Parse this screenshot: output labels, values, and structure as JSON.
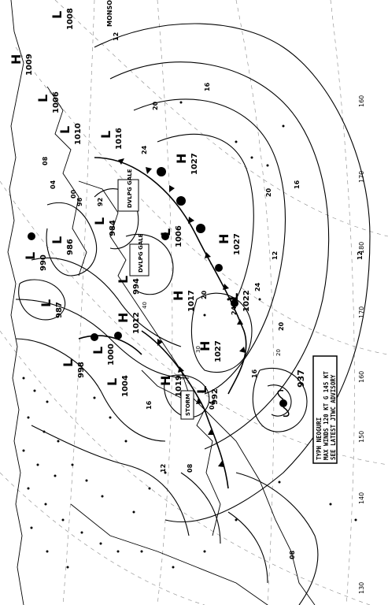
{
  "map": {
    "corner_label": "MONSOON",
    "lows": [
      {
        "symbol": "L",
        "pressure": "1008"
      },
      {
        "symbol": "L",
        "pressure": "1006"
      },
      {
        "symbol": "L",
        "pressure": "1010"
      },
      {
        "symbol": "L",
        "pressure": "1016"
      },
      {
        "symbol": "L",
        "pressure": "986"
      },
      {
        "symbol": "L",
        "pressure": "990"
      },
      {
        "symbol": "L",
        "pressure": "984"
      },
      {
        "symbol": "L",
        "pressure": "994"
      },
      {
        "symbol": "L",
        "pressure": "987"
      },
      {
        "symbol": "L",
        "pressure": "1006"
      },
      {
        "symbol": "L",
        "pressure": "1022"
      },
      {
        "symbol": "L",
        "pressure": "998"
      },
      {
        "symbol": "L",
        "pressure": "1000"
      },
      {
        "symbol": "L",
        "pressure": "1004"
      },
      {
        "symbol": "L",
        "pressure": "992"
      }
    ],
    "highs": [
      {
        "symbol": "H",
        "pressure": "1009"
      },
      {
        "symbol": "H",
        "pressure": "1027"
      },
      {
        "symbol": "H",
        "pressure": "1027"
      },
      {
        "symbol": "H",
        "pressure": "1027"
      },
      {
        "symbol": "H",
        "pressure": "1017"
      },
      {
        "symbol": "H",
        "pressure": "1012"
      },
      {
        "symbol": "H",
        "pressure": "1019"
      }
    ],
    "isobar_labels": [
      "12",
      "16",
      "20",
      "24",
      "08",
      "04",
      "00",
      "96",
      "92",
      "12",
      "16",
      "20",
      "24",
      "20",
      "16",
      "12",
      "08",
      "04",
      "08",
      "12",
      "16",
      "20",
      "24"
    ],
    "warnings": [
      "DVLPG GALE",
      "DVLPG GALE",
      "STORM"
    ],
    "typhoon": {
      "pressure": "937",
      "advisory_lines": [
        "TYPH NEOGURI",
        "MAX WINDS 120 KT G 145 KT",
        "SEE LATEST JTWC ADVISORY"
      ]
    },
    "longitude_labels": [
      "160",
      "170",
      "180",
      "170",
      "160",
      "150",
      "140",
      "130"
    ],
    "latitude_labels": [
      "20",
      "30",
      "40"
    ]
  }
}
